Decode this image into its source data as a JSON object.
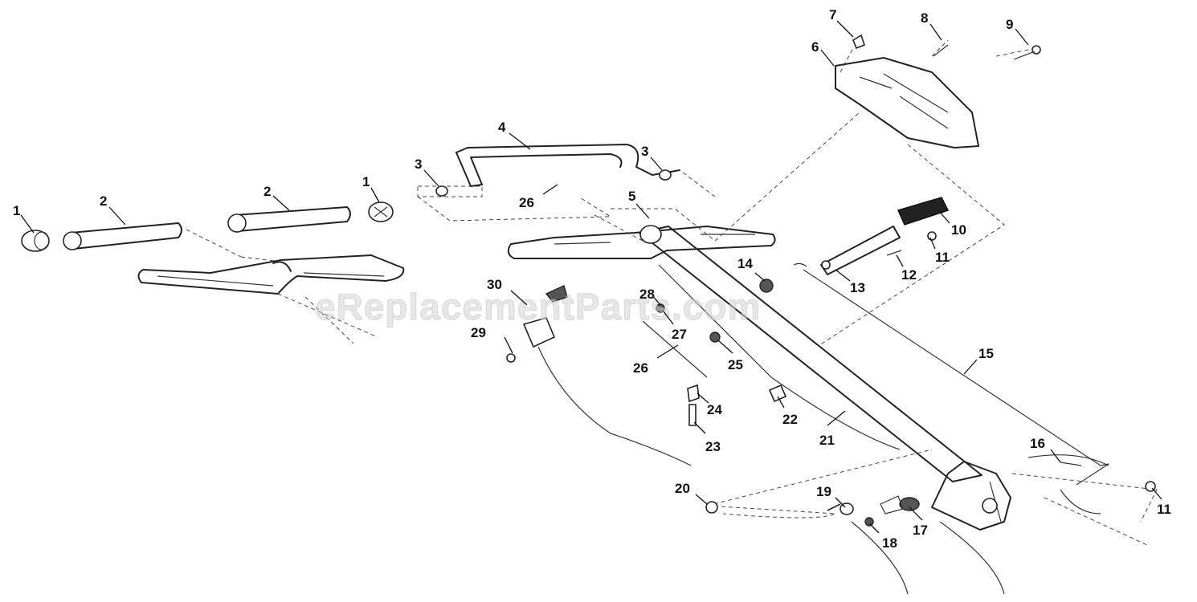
{
  "watermark": "eReplacementParts.com",
  "callouts": [
    {
      "id": "c1a",
      "text": "1"
    },
    {
      "id": "c2a",
      "text": "2"
    },
    {
      "id": "c2b",
      "text": "2"
    },
    {
      "id": "c1b",
      "text": "1"
    },
    {
      "id": "c3a",
      "text": "3"
    },
    {
      "id": "c4",
      "text": "4"
    },
    {
      "id": "c26a",
      "text": "26"
    },
    {
      "id": "c3b",
      "text": "3"
    },
    {
      "id": "c5",
      "text": "5"
    },
    {
      "id": "c6",
      "text": "6"
    },
    {
      "id": "c7",
      "text": "7"
    },
    {
      "id": "c8",
      "text": "8"
    },
    {
      "id": "c9",
      "text": "9"
    },
    {
      "id": "c10",
      "text": "10"
    },
    {
      "id": "c11a",
      "text": "11"
    },
    {
      "id": "c12",
      "text": "12"
    },
    {
      "id": "c13",
      "text": "13"
    },
    {
      "id": "c14",
      "text": "14"
    },
    {
      "id": "c15",
      "text": "15"
    },
    {
      "id": "c16",
      "text": "16"
    },
    {
      "id": "c11b",
      "text": "11"
    },
    {
      "id": "c17",
      "text": "17"
    },
    {
      "id": "c18",
      "text": "18"
    },
    {
      "id": "c19",
      "text": "19"
    },
    {
      "id": "c20",
      "text": "20"
    },
    {
      "id": "c21",
      "text": "21"
    },
    {
      "id": "c22",
      "text": "22"
    },
    {
      "id": "c23",
      "text": "23"
    },
    {
      "id": "c24",
      "text": "24"
    },
    {
      "id": "c25",
      "text": "25"
    },
    {
      "id": "c26b",
      "text": "26"
    },
    {
      "id": "c27",
      "text": "27"
    },
    {
      "id": "c28",
      "text": "28"
    },
    {
      "id": "c29",
      "text": "29"
    },
    {
      "id": "c30",
      "text": "30"
    }
  ]
}
